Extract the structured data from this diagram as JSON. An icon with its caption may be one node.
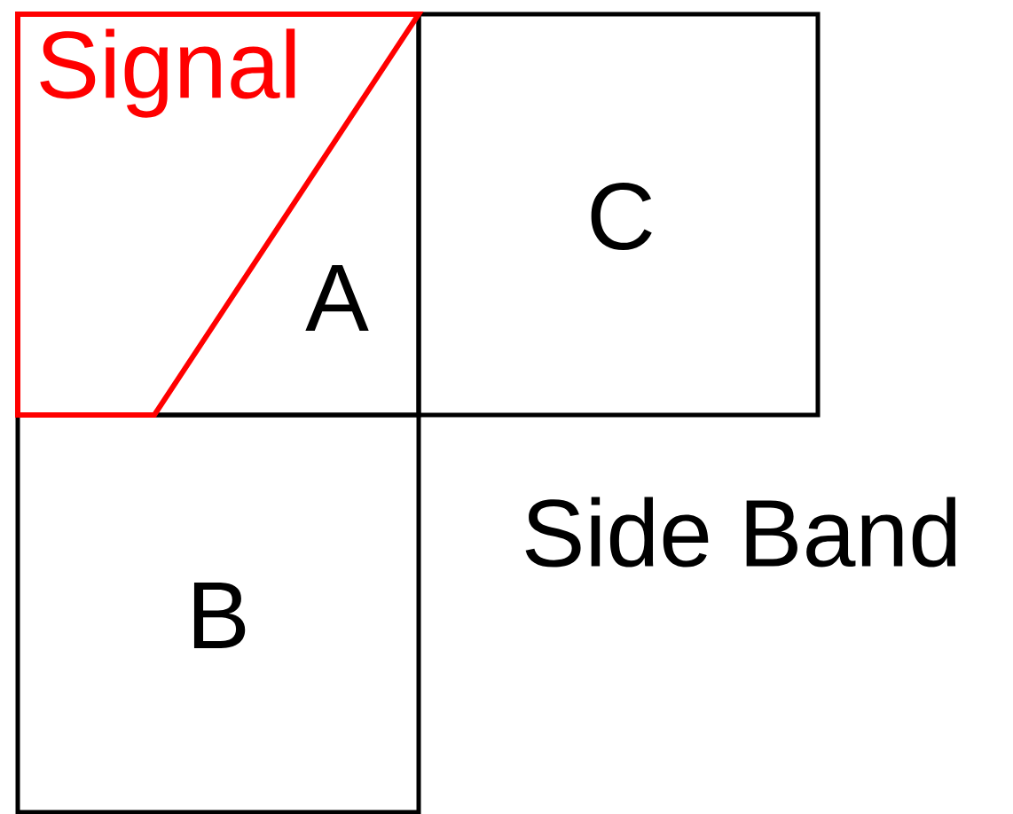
{
  "diagram": {
    "nodes": [
      {
        "text": [
          "A"
        ]
      },
      {
        "text": [
          "Signal"
        ],
        "in": 0
      },
      {
        "text": [
          "C"
        ]
      },
      {
        "text": [
          "B"
        ]
      }
    ],
    "labels": [
      "Side Band"
    ]
  }
}
